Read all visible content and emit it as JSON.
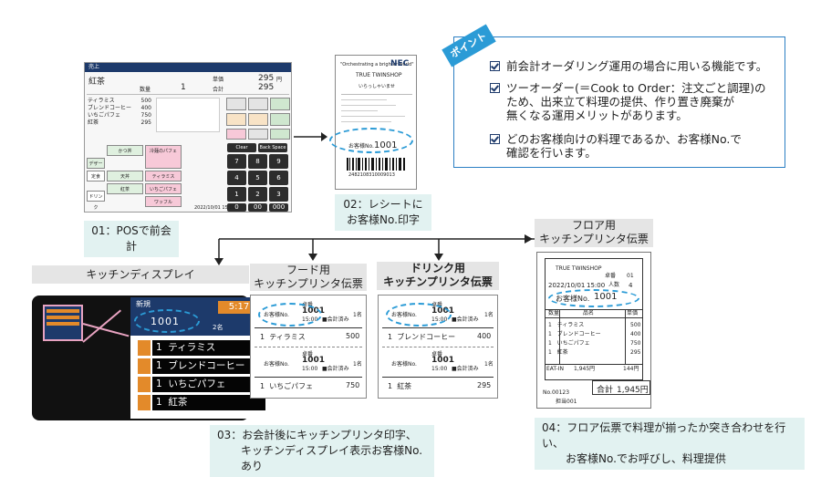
{
  "pos": {
    "title": "売上",
    "item": "紅茶",
    "price_label": "単価",
    "price": "295",
    "yen": "円",
    "qty_label": "数量",
    "qty": "1",
    "total_label": "合計",
    "total": "295",
    "lines": [
      {
        "name": "ティラミス",
        "amt": "500"
      },
      {
        "name": "ブレンドコーヒー",
        "amt": "400"
      },
      {
        "name": "いちごパフェ",
        "amt": "750"
      },
      {
        "name": "紅茶",
        "amt": "295"
      }
    ],
    "menu_keys": [
      "かつ丼",
      "冷麺のパフェ",
      "ティラミス",
      "いちごパフェ",
      "ワッフル",
      "天丼",
      "紅茶"
    ],
    "side_keys": [
      "デザート",
      "定食",
      "ドリンク"
    ],
    "numpad": [
      "7",
      "8",
      "9",
      "4",
      "5",
      "6",
      "1",
      "2",
      "3",
      "0",
      "00",
      "000"
    ],
    "clear": "Clear",
    "backspace": "Back Space",
    "status_time": "2022/10/01 15:00"
  },
  "receipt": {
    "tagline": "\"Orchestrating a brighter world\"",
    "logo": "NEC",
    "shop": "TRUE TWINSHOP",
    "greeting": "いらっしゃいませ",
    "customer_label": "お客様No.",
    "customer_no": "1001",
    "barcode_digits": "2482108310009013"
  },
  "captions": {
    "c01": "01：POSで前会計",
    "c02_line1": "02：レシートに",
    "c02_line2": "お客様No.印字",
    "c03_line1": "03：お会計後にキッチンプリンタ印字、",
    "c03_line2": "キッチンディスプレイ表示お客様No.あり",
    "c04_line1": "04：フロア伝票で料理が揃ったか突き合わせを行い、",
    "c04_line2": "お客様No.でお呼びし、料理提供"
  },
  "point": {
    "badge": "ポイント",
    "items": [
      [
        "前会計オーダリング運用の場合に用いる機能です。"
      ],
      [
        "ツーオーダー(＝Cook to Order：注文ごと調理)の",
        "ため、出来立て料理の提供、作り置き廃棄が",
        "無くなる運用メリットがあります。"
      ],
      [
        "どのお客様向けの料理であるか、お客様No.で",
        "確認を行います。"
      ]
    ]
  },
  "headers": {
    "kds": "キッチンディスプレイ",
    "food_line1": "フード用",
    "food_line2": "キッチンプリンタ伝票",
    "drink_line1": "ドリンク用",
    "drink_line2": "キッチンプリンタ伝票",
    "floor_line1": "フロア用",
    "floor_line2": "キッチンプリンタ伝票"
  },
  "kds": {
    "status": "新規",
    "time": "5:17",
    "order_no": "1001",
    "guests": "2名",
    "items": [
      {
        "qty": "1",
        "name": "ティラミス"
      },
      {
        "qty": "1",
        "name": "ブレンドコーヒー"
      },
      {
        "qty": "1",
        "name": "いちごパフェ"
      },
      {
        "qty": "1",
        "name": "紅茶"
      }
    ]
  },
  "food_slip": {
    "table_label": "卓番",
    "customer_label": "お客様No.",
    "customer_no": "1001",
    "time": "15:00",
    "paid": "■会計済み",
    "count": "1名",
    "items": [
      {
        "qty": "1",
        "name": "ティラミス",
        "amt": "500"
      },
      {
        "qty": "1",
        "name": "いちごパフェ",
        "amt": "750"
      }
    ]
  },
  "drink_slip": {
    "table_label": "卓番",
    "customer_label": "お客様No.",
    "customer_no": "1001",
    "time": "15:00",
    "paid": "■会計済み",
    "count": "1名",
    "items": [
      {
        "qty": "1",
        "name": "ブレンドコーヒー",
        "amt": "400"
      },
      {
        "qty": "1",
        "name": "紅茶",
        "amt": "295"
      }
    ]
  },
  "floor_slip": {
    "shop": "TRUE TWINSHOP",
    "table_label": "卓番",
    "table": "01",
    "date": "2022/10/01",
    "time": "15:00",
    "people_label": "人数",
    "people": "4",
    "customer_label": "お客様No.",
    "customer_no": "1001",
    "col_qty": "数量",
    "col_name": "品名",
    "col_price": "単価",
    "items": [
      {
        "qty": "1",
        "name": "ティラミス",
        "amt": "500"
      },
      {
        "qty": "1",
        "name": "ブレンドコーヒー",
        "amt": "400"
      },
      {
        "qty": "1",
        "name": "いちごパフェ",
        "amt": "750"
      },
      {
        "qty": "1",
        "name": "紅茶",
        "amt": "295"
      }
    ],
    "eat_in": "EAT-IN",
    "subtotal": "1,945円",
    "tax": "144円",
    "total_label": "合計",
    "total": "1,945円",
    "no": "No.00123",
    "staff": "担当001"
  },
  "colors": {
    "accent_blue": "#2b9bd6",
    "navy": "#1d3a6b",
    "caption_bg": "#e2f2f1",
    "kds_orange": "#e38a2a",
    "pink": "#e8a3c1"
  }
}
